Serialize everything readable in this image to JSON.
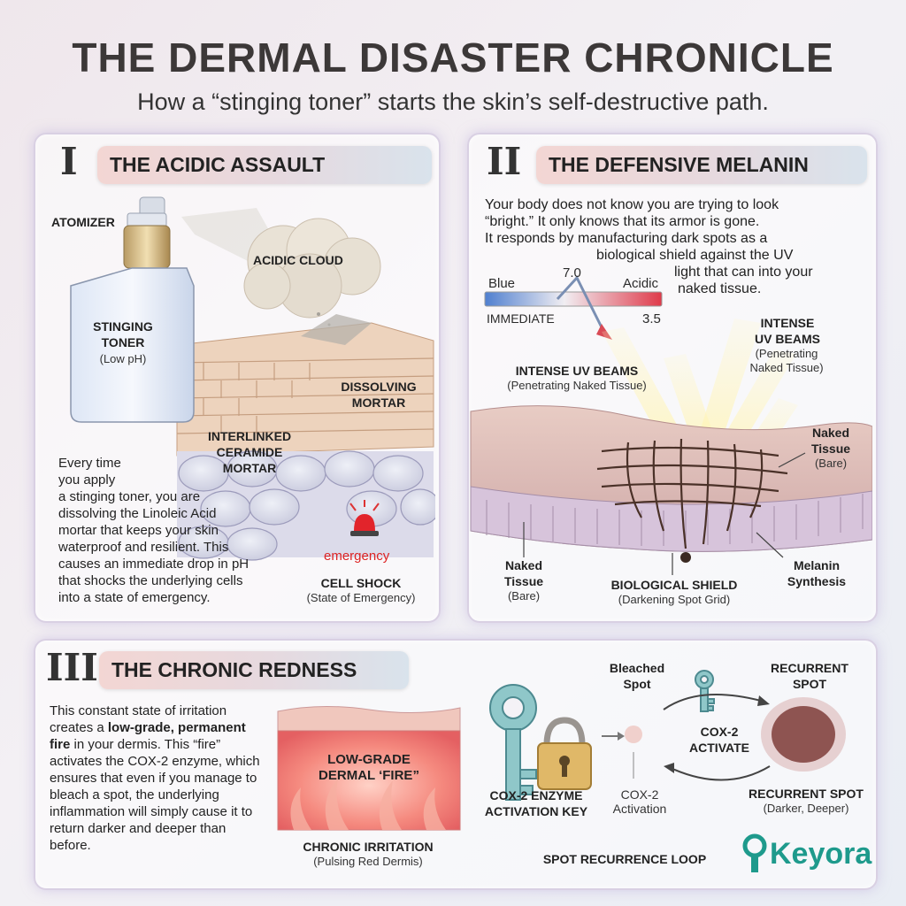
{
  "header": {
    "title": "THE DERMAL DISASTER CHRONICLE",
    "subtitle": "How a “stinging toner” starts the skin’s self-destructive path."
  },
  "panel1": {
    "numeral": "I",
    "heading": "THE ACIDIC ASSAULT",
    "atomizer": "ATOMIZER",
    "acidic_cloud": "ACIDIC CLOUD",
    "toner_label": "STINGING TONER",
    "toner_sub": "(Low pH)",
    "dissolving": "DISSOLVING MORTAR",
    "ceramide": "INTERLINKED CERAMIDE MORTAR",
    "body_lines": [
      "Every time",
      "you apply",
      "a stinging toner, you are",
      "dissolving the Linoleic Acid",
      "mortar that keeps your skin",
      "waterproof and resilient. This",
      "causes an immediate drop in pH",
      "that shocks the underlying cells",
      "into a state of emergency."
    ],
    "emergency": "emergency",
    "cell_shock": "CELL SHOCK",
    "cell_shock_sub": "(State of Emergency)"
  },
  "panel2": {
    "numeral": "II",
    "heading": "THE DEFENSIVE MELANIN",
    "body_lines": [
      "Your body does not know you are trying to look",
      "“bright.” It only knows that its armor is gone.",
      "It responds by manufacturing dark spots as a",
      "biological shield against the UV",
      "light that can into your",
      "naked tissue."
    ],
    "ph_scale": {
      "blue": "Blue",
      "top_value": "7.0",
      "acidic": "Acidic",
      "immediate": "IMMEDIATE",
      "bottom_value": "3.5"
    },
    "uv_left": "INTENSE UV BEAMS",
    "uv_left_sub": "(Penetrating Naked Tissue)",
    "uv_right_1": "INTENSE",
    "uv_right_2": "UV BEAMS",
    "uv_right_sub_1": "(Penetrating",
    "uv_right_sub_2": "Naked Tissue)",
    "naked_right": "Naked Tissue",
    "naked_right_sub": "(Bare)",
    "naked_left": "Naked Tissue",
    "naked_left_sub": "(Bare)",
    "shield": "BIOLOGICAL SHIELD",
    "shield_sub": "(Darkening Spot Grid)",
    "melanin": "Melanin Synthesis"
  },
  "panel3": {
    "numeral": "III",
    "heading": "THE CHRONIC REDNESS",
    "body_1": "This constant state of irritation creates a ",
    "body_bold": "low-grade, permanent fire",
    "body_2": " in your dermis. This “fire” activates the COX-2 enzyme, which ensures that even if you manage to bleach a spot, the underlying inflammation will simply cause it to return darker and deeper than before.",
    "fire_label": "LOW-GRADE DERMAL ‘FIRE”",
    "chronic": "CHRONIC IRRITATION",
    "chronic_sub": "(Pulsing Red Dermis)",
    "key_label": "COX-2 ENZYME ACTIVATION KEY",
    "bleached": "Bleached Spot",
    "cox_activation": "COX-2 Activation",
    "recurrent_top": "RECURRENT SPOT",
    "cox_activate": "COX-2 ACTIVATE",
    "recurrent_bottom": "RECURRENT SPOT",
    "recurrent_sub": "(Darker, Deeper)",
    "loop": "SPOT RECURRENCE LOOP"
  },
  "brand": {
    "name": "Keyora",
    "color": "#1e9a8c"
  }
}
